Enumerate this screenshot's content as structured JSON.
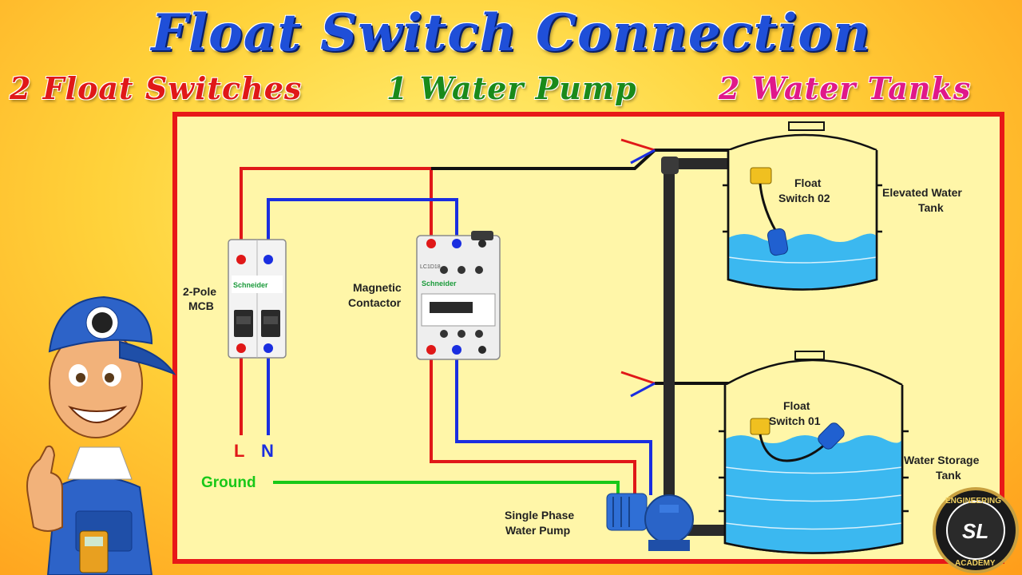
{
  "header": {
    "title": "Float Switch Connection",
    "sub_left": "2 Float Switches",
    "sub_center": "1 Water Pump",
    "sub_right": "2 Water Tanks"
  },
  "colors": {
    "title_blue": "#1f4fd8",
    "sub_left_red": "#e01818",
    "sub_center_green": "#1a8a1a",
    "sub_right_magenta": "#e0188a",
    "frame_red": "#e81818",
    "panel_yellow": "#fff6a8",
    "live_wire": "#e01818",
    "neutral_wire": "#1a2ee0",
    "ground_wire": "#18c818",
    "pipe": "#2a2a2a",
    "water": "#3bb8f0"
  },
  "diagram": {
    "mcb_label_line1": "2-Pole",
    "mcb_label_line2": "MCB",
    "mcb_brand": "Schneider",
    "contactor_label_line1": "Magnetic",
    "contactor_label_line2": "Contactor",
    "contactor_brand": "Schneider",
    "contactor_model": "LC1D18",
    "label_L": "L",
    "label_N": "N",
    "label_ground": "Ground",
    "pump_label_line1": "Single Phase",
    "pump_label_line2": "Water Pump",
    "float2_label_line1": "Float",
    "float2_label_line2": "Switch 02",
    "float1_label_line1": "Float",
    "float1_label_line2": "Switch 01",
    "elevated_label_line1": "Elevated Water",
    "elevated_label_line2": "Tank",
    "storage_label_line1": "Water Storage",
    "storage_label_line2": "Tank"
  },
  "logo": {
    "text_top": "ENGINEERING",
    "text_bottom": "ACADEMY",
    "monogram": "SL"
  }
}
